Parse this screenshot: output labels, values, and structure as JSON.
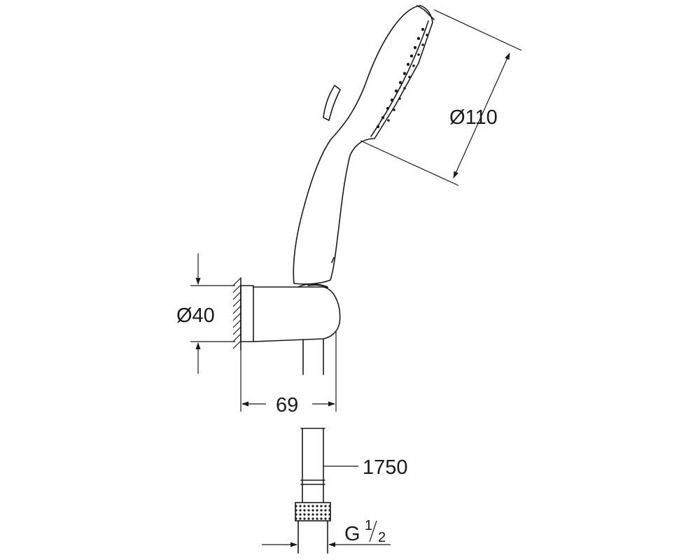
{
  "dimensions": {
    "head_diameter": "Ø110",
    "holder_diameter": "Ø40",
    "holder_projection": "69",
    "hose_length": "1750",
    "thread_letter": "G",
    "thread_numerator": "1",
    "thread_denominator": "2"
  },
  "colors": {
    "line": "#1a1a1a",
    "background": "#ffffff"
  }
}
